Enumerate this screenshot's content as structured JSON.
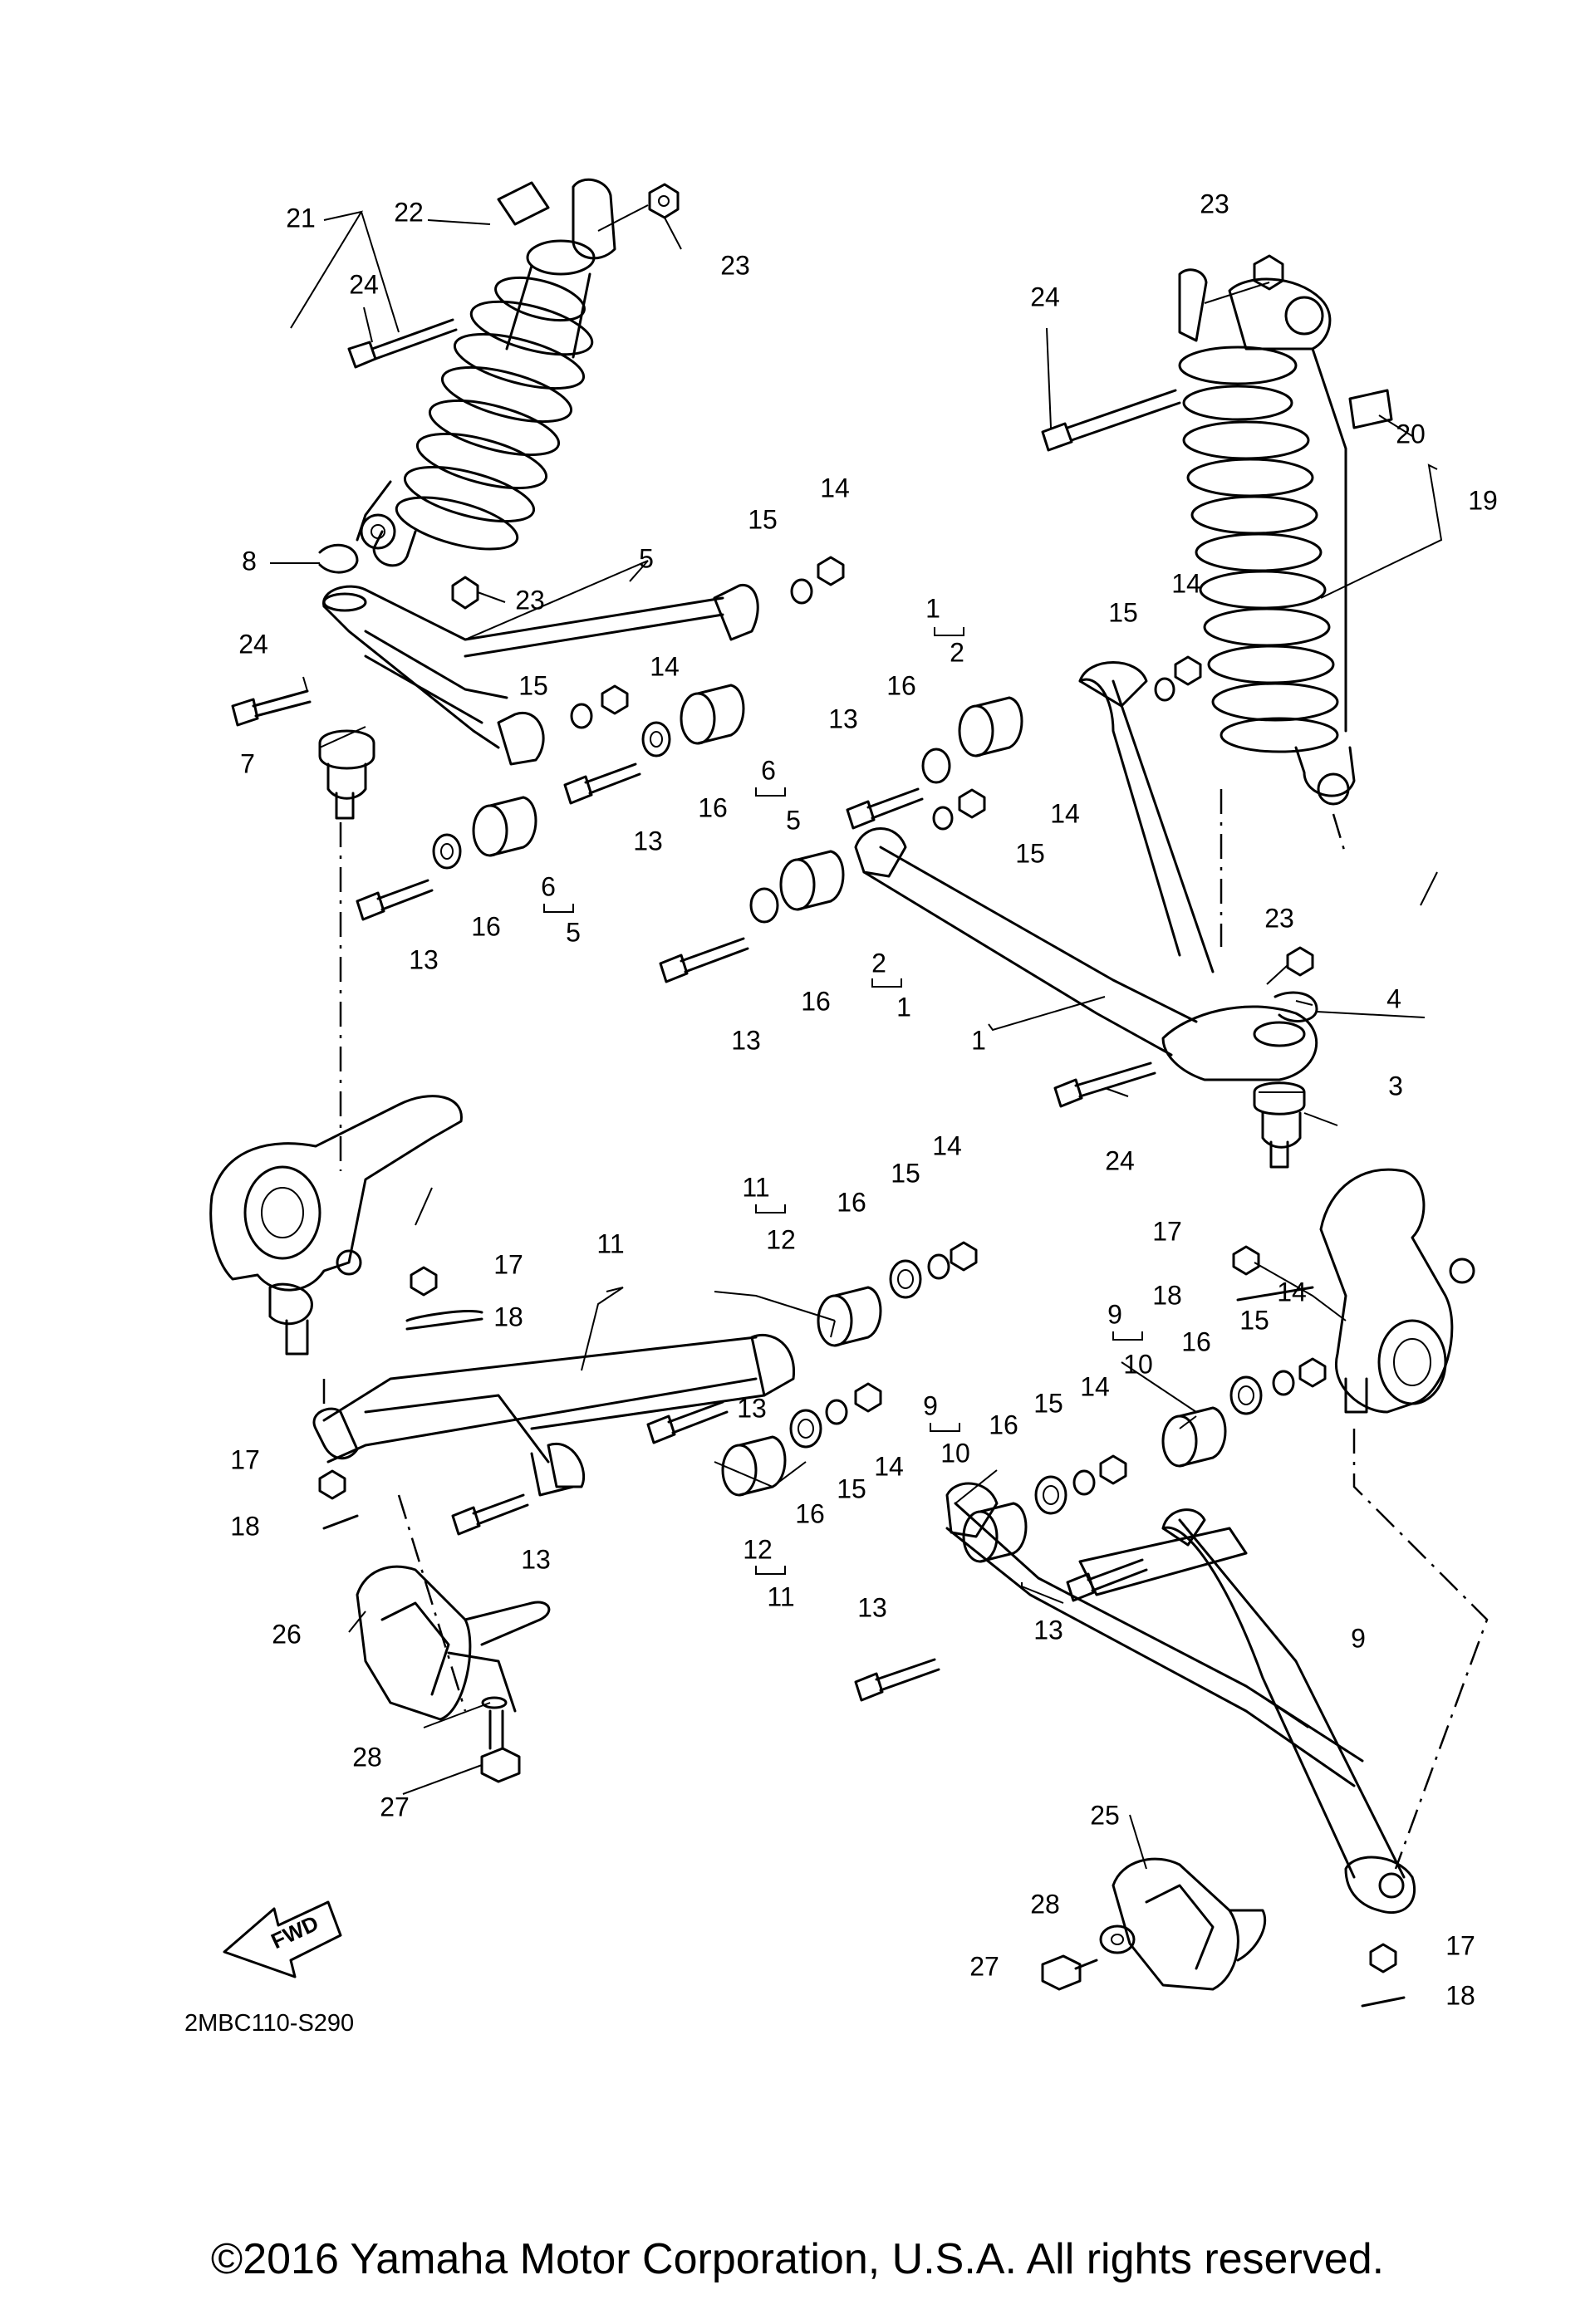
{
  "diagram": {
    "code": "2MBC110-S290",
    "fwd_label": "FWD",
    "callouts": [
      "1",
      "2",
      "3",
      "4",
      "5",
      "6",
      "7",
      "8",
      "9",
      "10",
      "11",
      "12",
      "13",
      "14",
      "15",
      "16",
      "17",
      "18",
      "19",
      "20",
      "21",
      "22",
      "23",
      "24",
      "25",
      "26",
      "27",
      "28"
    ]
  },
  "footer": {
    "copyright": "©2016 Yamaha Motor Corporation, U.S.A. All rights reserved."
  }
}
